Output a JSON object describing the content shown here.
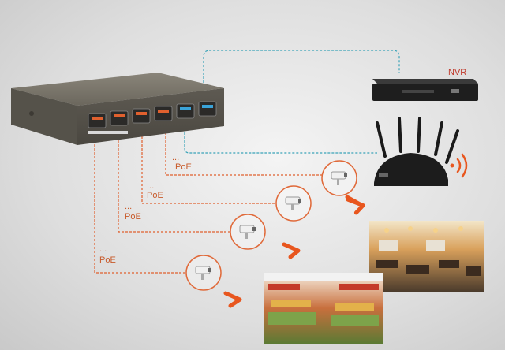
{
  "labels": {
    "nvr": "NVR",
    "poe": [
      "PoE",
      "PoE",
      "PoE",
      "PoE"
    ],
    "ellipsis": [
      "...",
      "...",
      "...",
      "..."
    ]
  },
  "colors": {
    "poe_line": "#e0602e",
    "uplink_line": "#3aa3b8",
    "arrow": "#e8561e",
    "wifi": "#e8561e",
    "switch_body": "#6e6a60"
  },
  "icons": [
    "poe-switch-icon",
    "nvr-icon",
    "router-icon",
    "wifi-signal-icon",
    "security-camera-icon",
    "supermarket-photo",
    "restaurant-photo"
  ]
}
